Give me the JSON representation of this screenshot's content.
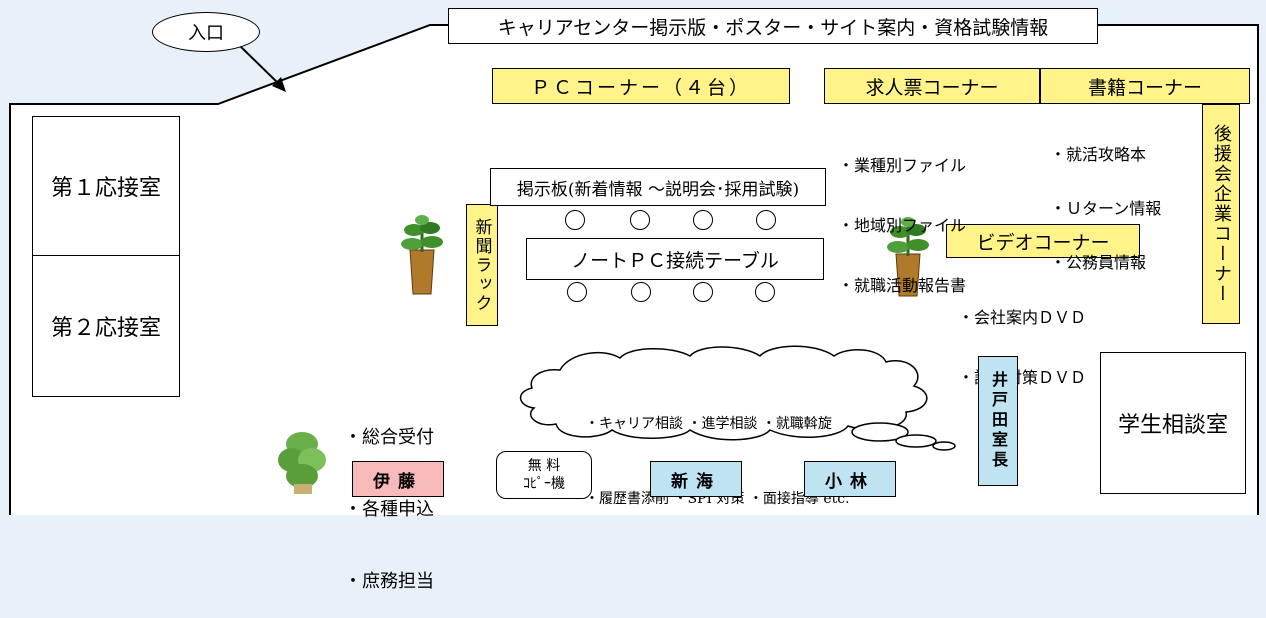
{
  "colors": {
    "wall": "#000000",
    "floor": "#ffffff",
    "background": "#e8f1fa",
    "yellow": "#fff38a",
    "pink": "#f7b9b9",
    "blue": "#bfe3f0"
  },
  "entrance": {
    "label": "入口"
  },
  "header": {
    "banner": "キャリアセンター掲示版・ポスター・サイト案内・資格試験情報"
  },
  "rooms": {
    "reception1": "第１応接室",
    "reception2": "第２応接室",
    "student_counseling": "学生相談室"
  },
  "corners": {
    "pc": "ＰＣコーナー（４台）",
    "job_listing": "求人票コーナー",
    "books": "書籍コーナー",
    "supporters": "後援会企業コーナー",
    "video": "ビデオコーナー",
    "newspaper_rack": "新聞ラック"
  },
  "bulletin": {
    "label": "掲示板(新着情報 ～説明会･採用試験)"
  },
  "laptop_table": {
    "label": "ノートＰＣ接続テーブル"
  },
  "job_listing_items": [
    "・業種別ファイル",
    "・地域別ファイル",
    "・就職活動報告書"
  ],
  "book_items": [
    "・就活攻略本",
    "・Ｕターン情報",
    "・公務員情報"
  ],
  "video_items": [
    "・会社案内ＤＶＤ",
    "・試験対策ＤＶＤ"
  ],
  "cloud": {
    "line1": "・キャリア相談 ・進学相談 ・就職斡旋",
    "line2": "・履歴書添削 ・SPI 対策 ・面接指導 etc."
  },
  "reception_items": [
    "・総合受付",
    "・各種申込",
    "・庶務担当"
  ],
  "copier": {
    "line1": "無 料",
    "line2": "ｺﾋﾟｰ機"
  },
  "staff": {
    "ito": "伊藤",
    "shinkai": "新海",
    "kobayashi": "小林",
    "director": "井戸田室長"
  },
  "icons": [
    "potted-plant-icon",
    "arrow-icon",
    "thought-cloud-icon"
  ]
}
